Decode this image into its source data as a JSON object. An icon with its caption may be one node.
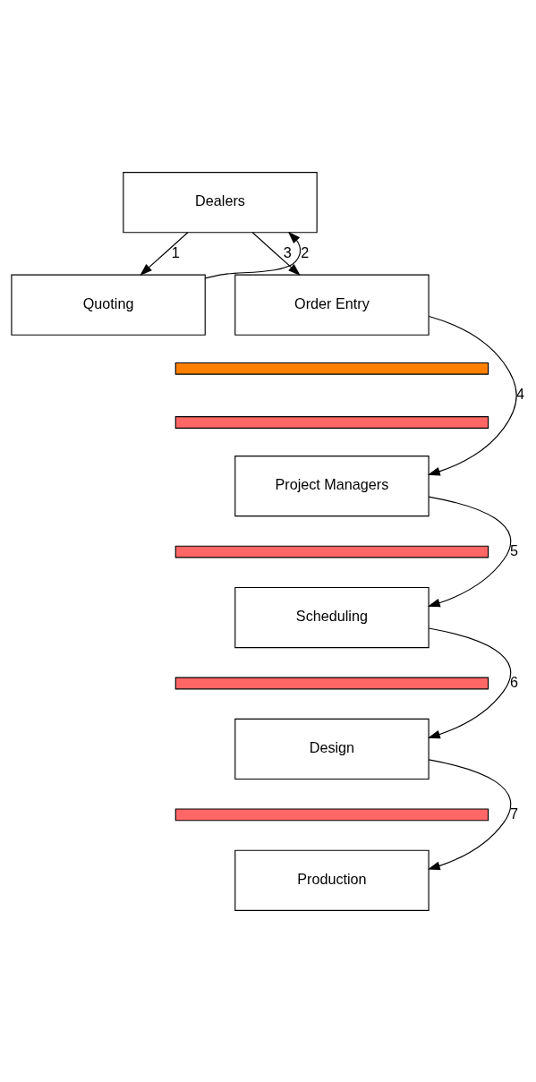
{
  "diagram": {
    "nodes": [
      {
        "text": [
          "Dealers"
        ]
      },
      {
        "text": [
          "Quoting"
        ]
      },
      {
        "text": [
          "Order Entry"
        ]
      },
      {
        "text": [],
        "shape": "bar"
      },
      {
        "text": [],
        "shape": "bar"
      },
      {
        "text": [
          "Project Managers"
        ]
      },
      {
        "text": [],
        "shape": "bar"
      },
      {
        "text": [
          "Scheduling"
        ]
      },
      {
        "text": [],
        "shape": "bar"
      },
      {
        "text": [
          "Design"
        ]
      },
      {
        "text": [],
        "shape": "bar"
      },
      {
        "text": [
          "Production"
        ]
      }
    ],
    "edges": [
      {
        "from": 0,
        "to": 1,
        "arrow": "to",
        "label": "1"
      },
      {
        "from": 1,
        "to": 0,
        "arrow": "to",
        "label": "2"
      },
      {
        "from": 0,
        "to": 2,
        "arrow": "to",
        "label": "3"
      },
      {
        "from": 2,
        "to": 5,
        "arrow": "to",
        "label": "4"
      },
      {
        "from": 5,
        "to": 7,
        "arrow": "to",
        "label": "5"
      },
      {
        "from": 7,
        "to": 9,
        "arrow": "to",
        "label": "6"
      },
      {
        "from": 9,
        "to": 11,
        "arrow": "to",
        "label": "7"
      }
    ]
  }
}
